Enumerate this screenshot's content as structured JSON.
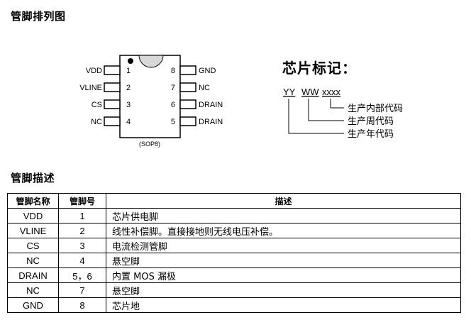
{
  "headings": {
    "pin_arrangement": "管脚排列图",
    "pin_description": "管脚描述"
  },
  "package": {
    "label": "(SOP8)",
    "left_pins": [
      {
        "name": "VDD",
        "num": "1"
      },
      {
        "name": "VLINE",
        "num": "2"
      },
      {
        "name": "CS",
        "num": "3"
      },
      {
        "name": "NC",
        "num": "4"
      }
    ],
    "right_pins": [
      {
        "name": "GND",
        "num": "8"
      },
      {
        "name": "NC",
        "num": "7"
      },
      {
        "name": "DRAIN",
        "num": "6"
      },
      {
        "name": "DRAIN",
        "num": "5"
      }
    ]
  },
  "marking": {
    "title": "芯片标记：",
    "code_yy": "YY",
    "code_ww": "WW",
    "code_xxxx": "xxxx",
    "legend": [
      "生产内部代码",
      "生产周代码",
      "生产年代码"
    ]
  },
  "table": {
    "headers": [
      "管脚名称",
      "管脚号",
      "描述"
    ],
    "rows": [
      {
        "name": "VDD",
        "num": "1",
        "desc": "芯片供电脚"
      },
      {
        "name": "VLINE",
        "num": "2",
        "desc": "线性补偿脚。直接接地则无线电压补偿。"
      },
      {
        "name": "CS",
        "num": "3",
        "desc": "电流检测管脚"
      },
      {
        "name": "NC",
        "num": "4",
        "desc": "悬空脚"
      },
      {
        "name": "DRAIN",
        "num": "5，6",
        "desc": "内置 MOS 漏极"
      },
      {
        "name": "NC",
        "num": "7",
        "desc": "悬空脚"
      },
      {
        "name": "GND",
        "num": "8",
        "desc": "芯片地"
      }
    ]
  }
}
